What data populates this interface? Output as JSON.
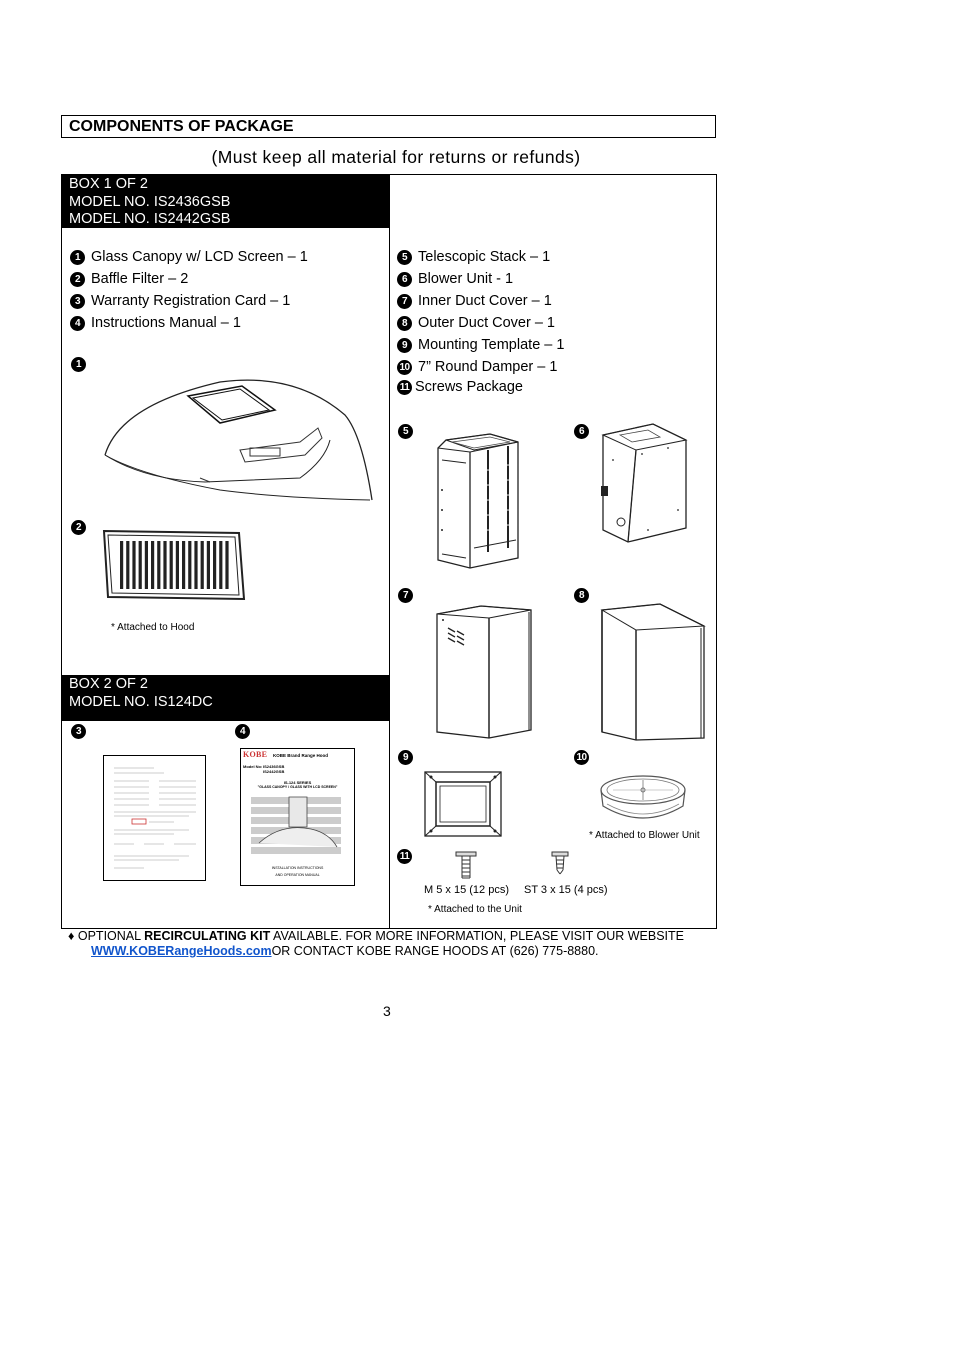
{
  "header": {
    "title": "COMPONENTS OF PACKAGE",
    "subtitle": "(Must keep all material for returns or refunds)"
  },
  "box1": {
    "lines": [
      "BOX 1 OF 2",
      "MODEL NO. IS2436GSB",
      "MODEL NO. IS2442GSB"
    ]
  },
  "box2": {
    "lines": [
      "BOX 2 OF 2",
      "MODEL NO. IS124DC"
    ]
  },
  "items": [
    {
      "num": "1",
      "label": "Glass Canopy w/ LCD Screen – 1"
    },
    {
      "num": "2",
      "label": "Baffle Filter – 2"
    },
    {
      "num": "3",
      "label": "Warranty Registration Card – 1"
    },
    {
      "num": "4",
      "label": "Instructions Manual – 1"
    },
    {
      "num": "5",
      "label": "Telescopic Stack – 1"
    },
    {
      "num": "6",
      "label": "Blower Unit - 1"
    },
    {
      "num": "7",
      "label": "Inner Duct Cover – 1"
    },
    {
      "num": "8",
      "label": "Outer Duct Cover – 1"
    },
    {
      "num": "9",
      "label": "Mounting Template – 1"
    },
    {
      "num": "10",
      "label": "7” Round Damper – 1"
    },
    {
      "num": "11",
      "label": "Screws Package"
    }
  ],
  "notes": {
    "attached_hood": "* Attached to Hood",
    "attached_blower": "* Attached to Blower Unit",
    "attached_unit": "* Attached to the Unit",
    "screw1": "M 5 x 15 (12 pcs)",
    "screw2": "ST 3 x 15 (4 pcs)"
  },
  "manual_thumb": {
    "brand": "KOBE",
    "brand_title": "KOBE Brand Range Hood",
    "model_label": "Model No:",
    "model1": "IS2436GSB",
    "model2": "IS2442GSB",
    "series": "IS-124 SERIES",
    "series_sub": "\"GLASS CANOPY / GLASS WITH LCD SCREEN\"",
    "footer1": "INSTALLATION INSTRUCTIONS",
    "footer2": "AND OPERATION MANUAL"
  },
  "footer": {
    "bullet": "♦",
    "prefix": "OPTIONAL ",
    "kit": "RECIRCULATING KIT",
    "mid": " AVAILABLE.  FOR MORE INFORMATION, PLEASE VISIT OUR WEBSITE",
    "link": "WWW.KOBERangeHoods.com",
    "contact": "OR CONTACT KOBE RANGE HOODS AT (626) 775-8880."
  },
  "page_number": "3"
}
